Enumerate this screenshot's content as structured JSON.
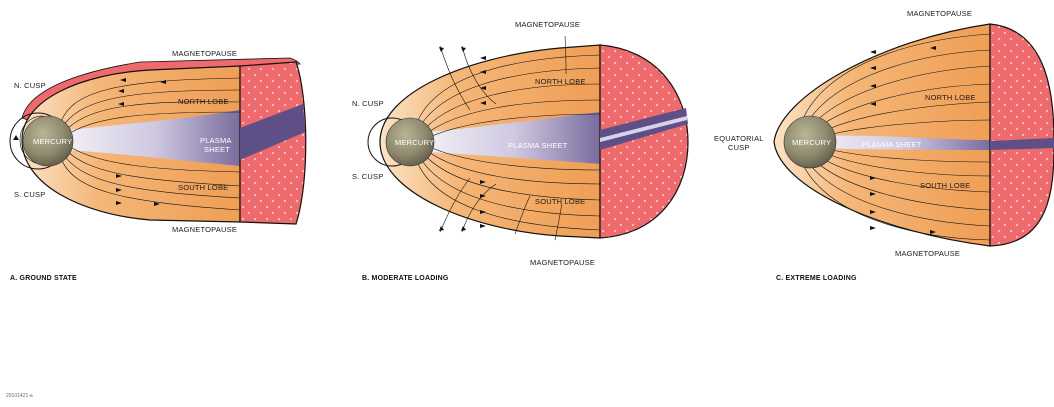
{
  "panels": [
    {
      "id": "A",
      "caption": "A. GROUND STATE",
      "labels": {
        "magnetopause_top": "MAGNETOPAUSE",
        "magnetopause_bottom": "MAGNETOPAUSE",
        "north_lobe": "NORTH LOBE",
        "south_lobe": "SOUTH LOBE",
        "plasma_sheet_line1": "PLASMA",
        "plasma_sheet_line2": "SHEET",
        "planet": "MERCURY",
        "n_cusp": "N. CUSP",
        "s_cusp": "S. CUSP"
      }
    },
    {
      "id": "B",
      "caption": "B. MODERATE LOADING",
      "labels": {
        "magnetopause_top": "MAGNETOPAUSE",
        "magnetopause_bottom": "MAGNETOPAUSE",
        "north_lobe": "NORTH LOBE",
        "south_lobe": "SOUTH LOBE",
        "plasma_sheet": "PLASMA SHEET",
        "planet": "MERCURY",
        "n_cusp": "N. CUSP",
        "s_cusp": "S. CUSP"
      }
    },
    {
      "id": "C",
      "caption": "C. EXTREME LOADING",
      "labels": {
        "magnetopause_top": "MAGNETOPAUSE",
        "magnetopause_bottom": "MAGNETOPAUSE",
        "north_lobe": "NORTH LOBE",
        "south_lobe": "SOUTH LOBE",
        "plasma_sheet": "PLASMA SHEET",
        "planet": "MERCURY",
        "cusp_line1": "EQUATORIAL",
        "cusp_line2": "CUSP"
      }
    }
  ],
  "figure_id": "20101421-a",
  "colors": {
    "lobe": "#f2a55e",
    "lobe_light": "#f9d4a8",
    "cross_section": "#ee6a6c",
    "sheet": "#5e4f86",
    "sheet_light": "#c9c2dc",
    "planet": "#8f8a6e",
    "outline": "#111111"
  }
}
